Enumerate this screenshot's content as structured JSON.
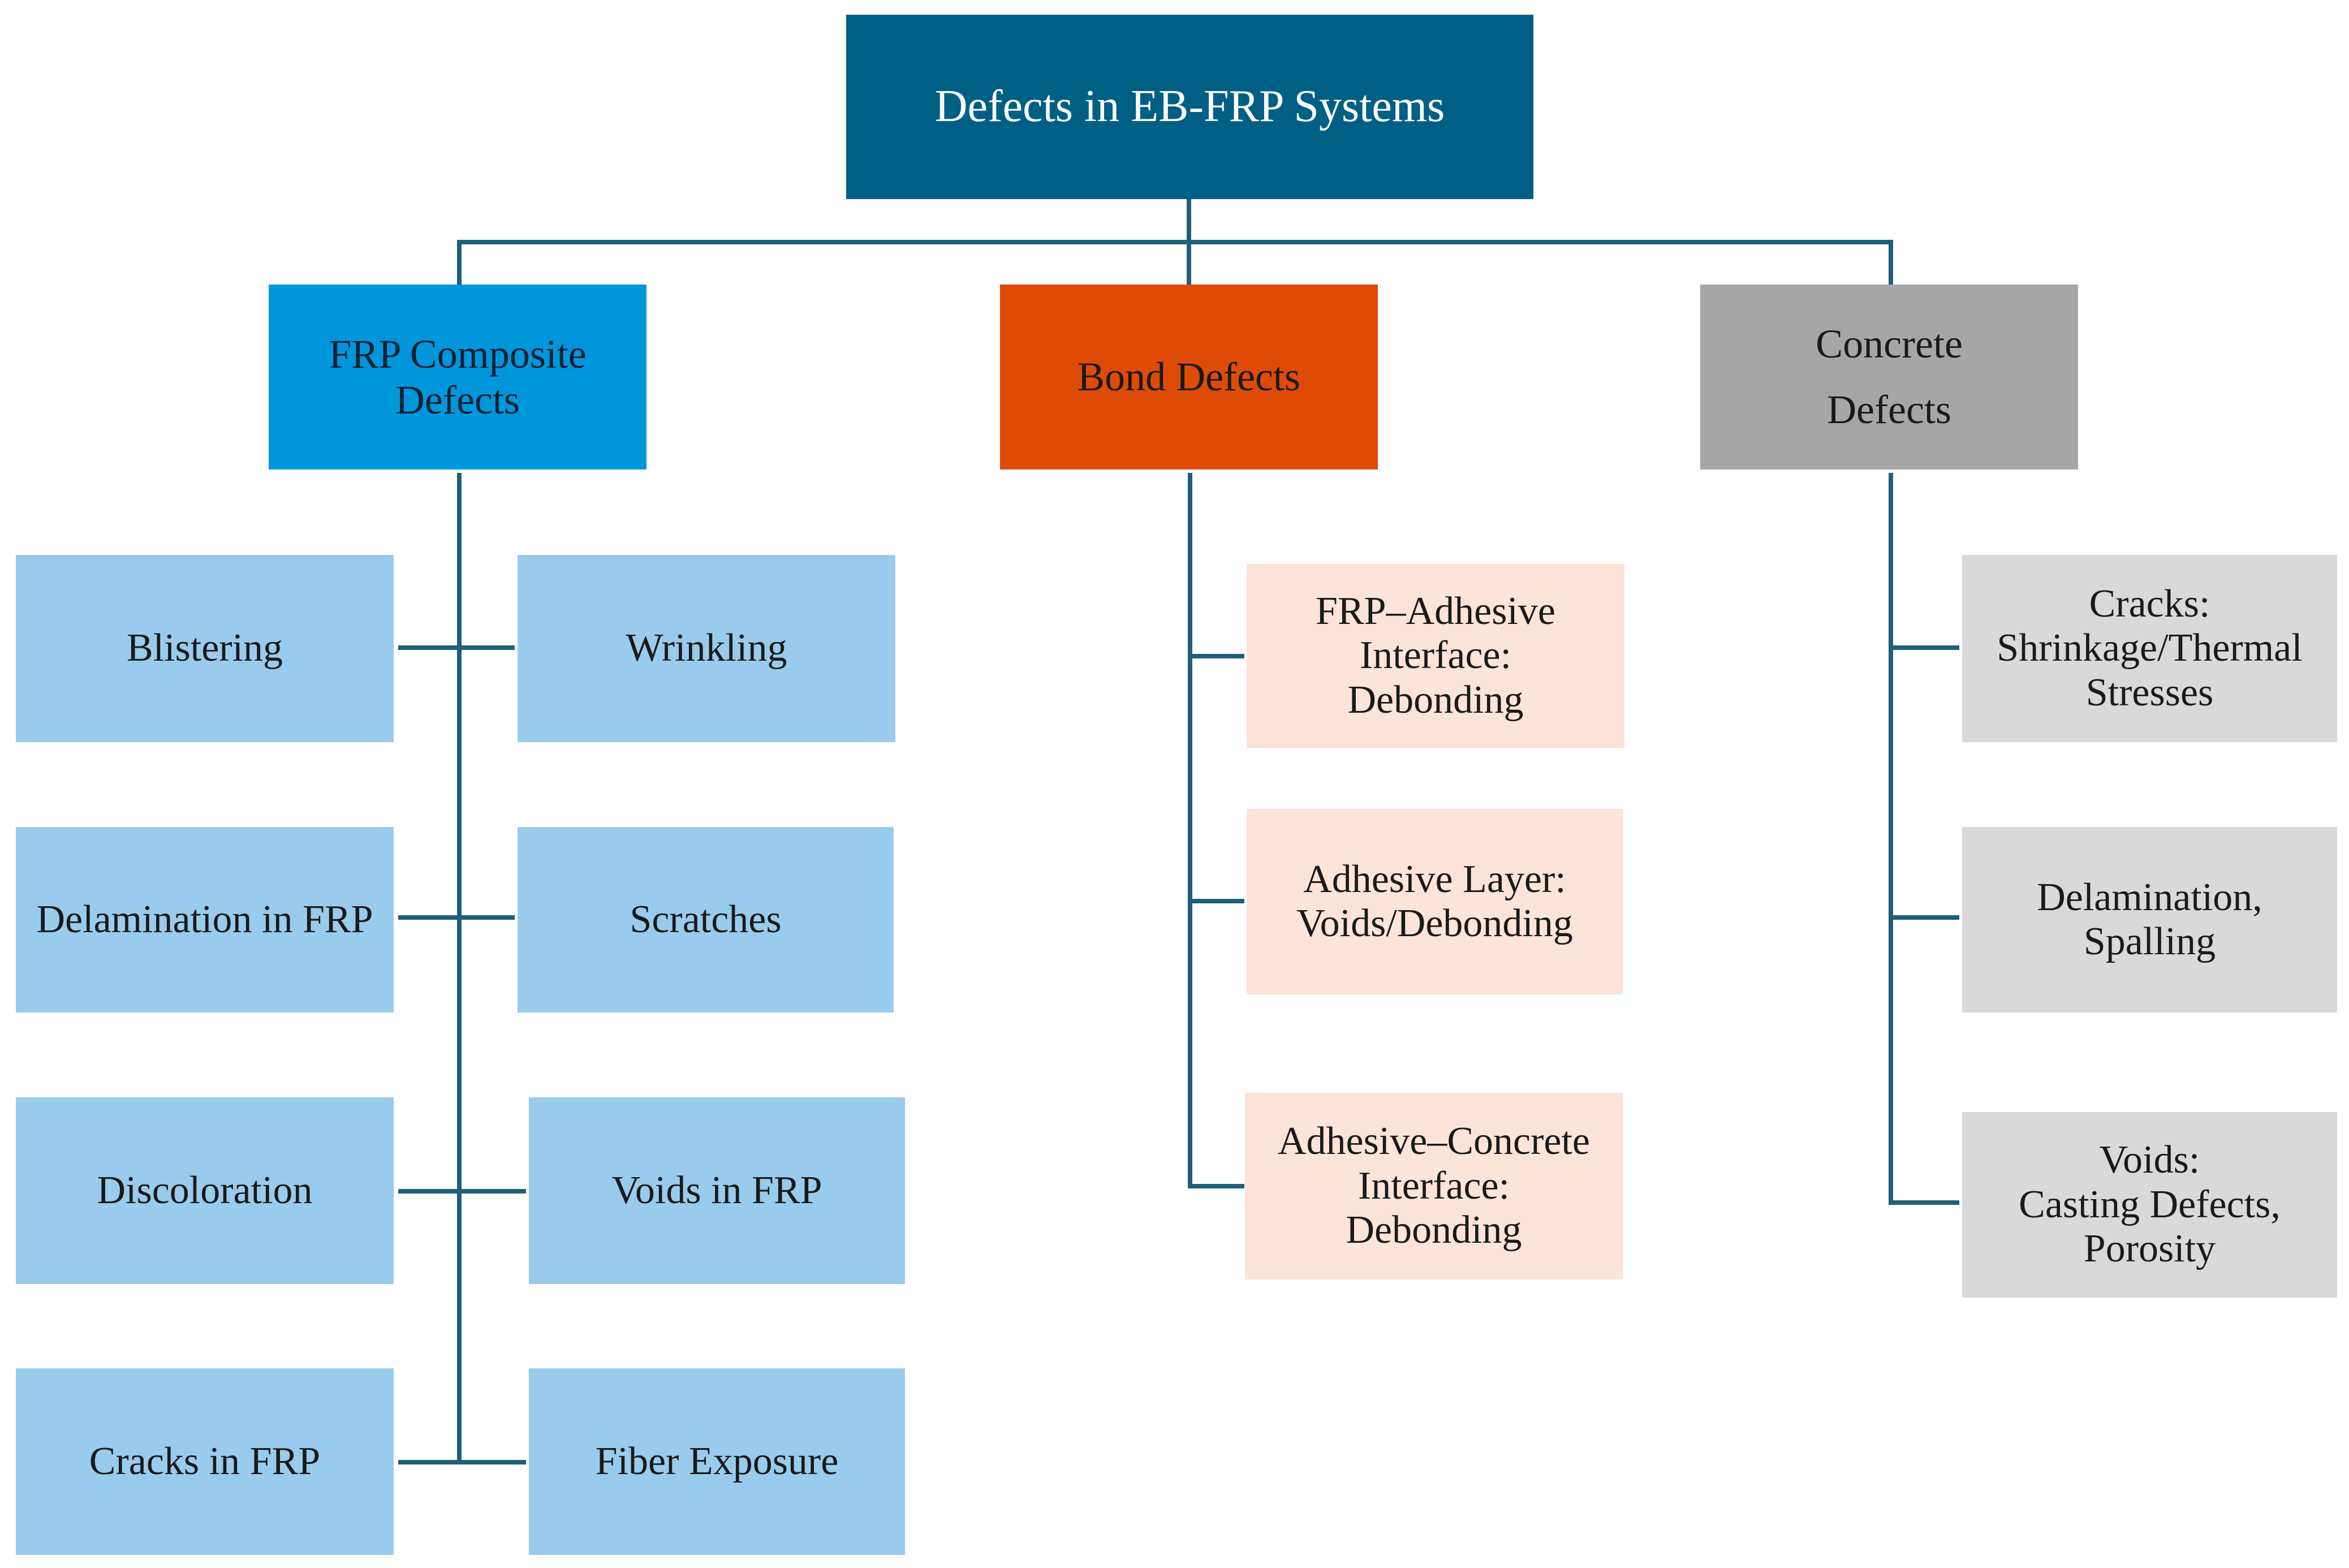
{
  "root": {
    "label": "Defects in EB-FRP Systems"
  },
  "categories": {
    "frp": {
      "label": "FRP Composite\nDefects"
    },
    "bond": {
      "label": "Bond Defects"
    },
    "concrete": {
      "label": "Concrete\nDefects"
    }
  },
  "frp_defects": {
    "left": [
      "Blistering",
      "Delamination in FRP",
      "Discoloration",
      "Cracks in FRP"
    ],
    "right": [
      "Wrinkling",
      "Scratches",
      "Voids in FRP",
      "Fiber Exposure"
    ]
  },
  "bond_defects": [
    "FRP–Adhesive\nInterface:\nDebonding",
    "Adhesive Layer:\nVoids/Debonding",
    "Adhesive–Concrete\nInterface:\nDebonding"
  ],
  "concrete_defects": [
    "Cracks:\nShrinkage/Thermal\nStresses",
    "Delamination,\nSpalling",
    "Voids:\nCasting Defects,\nPorosity"
  ],
  "colors": {
    "connector": "#1f5f78",
    "root_fill": "#005f85",
    "frp_category_fill": "#0096dc",
    "bond_category_fill": "#dd4b06",
    "concrete_category_fill": "#a6a6a6",
    "frp_leaf_fill": "#99cbed",
    "bond_leaf_fill": "#fde4d8",
    "concrete_leaf_fill": "#d9d9d9"
  }
}
